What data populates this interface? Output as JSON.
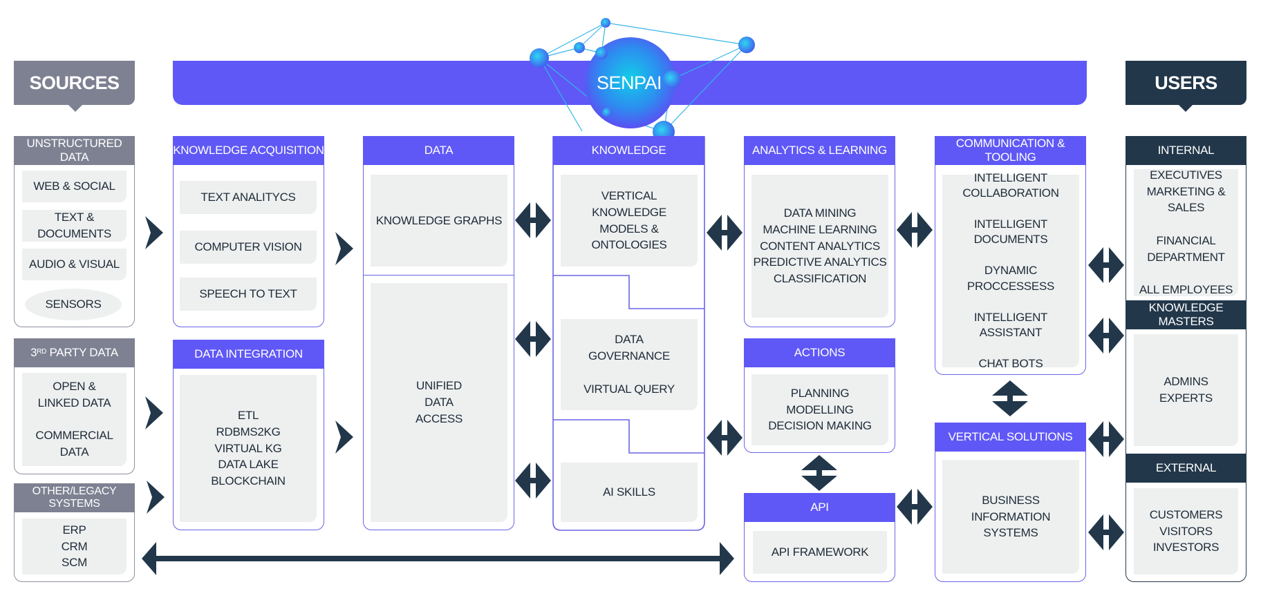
{
  "title": "SENPAI",
  "sources": {
    "title": "SOURCES",
    "unstructured": {
      "header": "UNSTRUCTURED DATA",
      "items": [
        "WEB & SOCIAL",
        "TEXT & DOCUMENTS",
        "AUDIO & VISUAL",
        "SENSORS"
      ]
    },
    "third_party": {
      "header_main": "3",
      "header_sup": "RD",
      "header_rest": " PARTY DATA",
      "items": [
        "OPEN &\nLINKED DATA\n\nCOMMERCIAL\nDATA"
      ]
    },
    "legacy": {
      "header": "OTHER/LEGACY SYSTEMS",
      "items": [
        "ERP\nCRM\nSCM"
      ]
    }
  },
  "knowledge_acquisition": {
    "header": "KNOWLEDGE ACQUISITION",
    "items": [
      "TEXT ANALITYCS",
      "COMPUTER VISION",
      "SPEECH TO TEXT"
    ]
  },
  "data_integration": {
    "header": "DATA INTEGRATION",
    "items": [
      "ETL\nRDBMS2KG\nVIRTUAL KG\nDATA LAKE\nBLOCKCHAIN"
    ]
  },
  "data": {
    "header": "DATA",
    "items": [
      "KNOWLEDGE GRAPHS",
      "UNIFIED\nDATA\nACCESS"
    ]
  },
  "knowledge": {
    "header": "KNOWLEDGE",
    "items": [
      "VERTICAL\nKNOWLEDGE\nMODELS &\nONTOLOGIES",
      "DATA\nGOVERNANCE\n\nVIRTUAL QUERY",
      "AI SKILLS"
    ]
  },
  "analytics": {
    "header": "ANALYTICS & LEARNING",
    "items": [
      "DATA MINING\nMACHINE LEARNING\nCONTENT ANALYTICS\nPREDICTIVE ANALYTICS\nCLASSIFICATION"
    ]
  },
  "actions": {
    "header": "ACTIONS",
    "items": [
      "PLANNING\nMODELLING\nDECISION MAKING"
    ]
  },
  "api": {
    "header": "API",
    "items": [
      "API FRAMEWORK"
    ]
  },
  "communication": {
    "header": "COMMUNICATION & TOOLING",
    "items": [
      "INTELLIGENT\nCOLLABORATION\n\nINTELLIGENT\nDOCUMENTS\n\nDYNAMIC PROCCESSESS\n\nINTELLIGENT ASSISTANT\n\nCHAT BOTS"
    ]
  },
  "vertical_solutions": {
    "header": "VERTICAL SOLUTIONS",
    "items": [
      "BUSINESS\nINFORMATION\nSYSTEMS"
    ]
  },
  "users": {
    "title": "USERS",
    "internal": {
      "header": "INTERNAL",
      "items": [
        "EXECUTIVES\nMARKETING & SALES\n\nFINANCIAL\nDEPARTMENT\n\nALL EMPLOYEES"
      ]
    },
    "knowledge_masters": {
      "header": "KNOWLEDGE MASTERS",
      "items": [
        "ADMINS\nEXPERTS"
      ]
    },
    "external": {
      "header": "EXTERNAL",
      "items": [
        "CUSTOMERS\nVISITORS\nINVESTORS"
      ]
    }
  },
  "colors": {
    "accent": "#5f58f6",
    "navy": "#22374a",
    "gray_header": "#7e8192",
    "inner_fill": "#eef0f0",
    "orb": "#14b3e6"
  }
}
